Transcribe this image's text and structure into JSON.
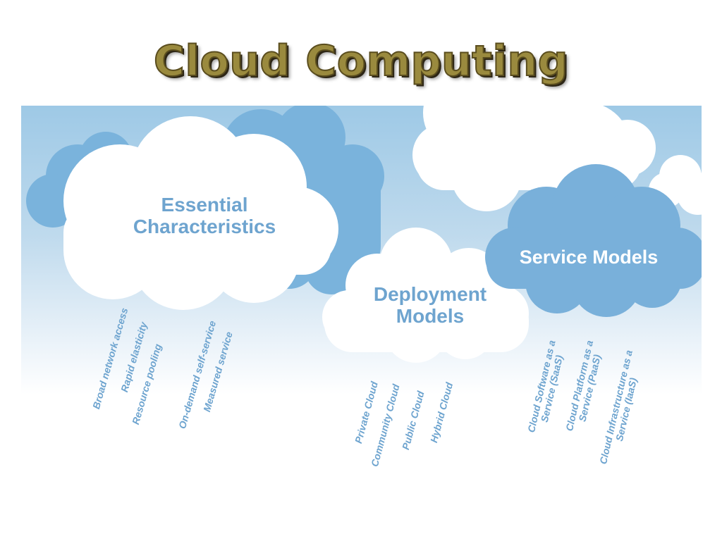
{
  "slide": {
    "title": "Cloud Computing"
  },
  "clouds": {
    "essential": {
      "heading": "Essential Characteristics",
      "line1": "Essential",
      "line2": "Characteristics",
      "items": [
        "Broad network access",
        "Rapid elasticity",
        "Resource pooling",
        "On-demand self-service",
        "Measured  service"
      ]
    },
    "deployment": {
      "heading": "Deployment Models",
      "line1": "Deployment",
      "line2": "Models",
      "items": [
        "Private Cloud",
        "Community Cloud",
        "Public Cloud",
        "Hybrid Cloud"
      ]
    },
    "service": {
      "heading": "Service Models",
      "items": [
        {
          "line1": "Cloud Software as a",
          "line2": "Service (SaaS)"
        },
        {
          "line1": "Cloud Platform as a",
          "line2": "Service (PaaS)"
        },
        {
          "line1": "Cloud Infrastructure as a",
          "line2": "Service (IaaS)"
        }
      ]
    }
  },
  "colors": {
    "title": "#9a8a3e",
    "light_text": "#6ea4cf",
    "blue_cloud": "#79b0da",
    "white_cloud": "#ffffff"
  }
}
